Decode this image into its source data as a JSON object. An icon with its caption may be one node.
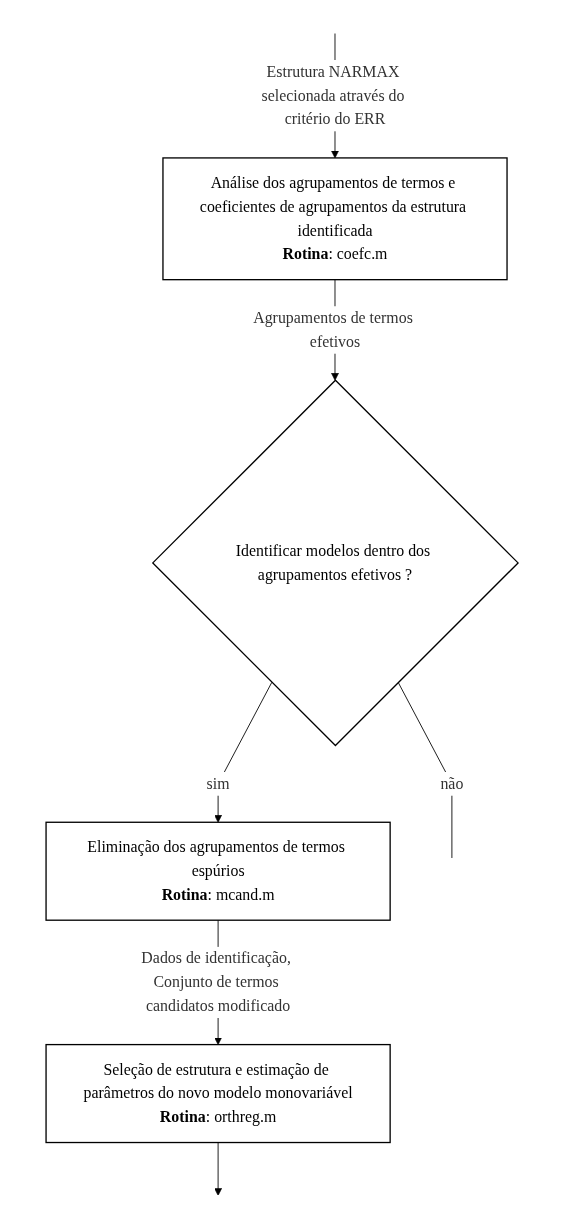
{
  "diagram": {
    "nodes": [
      {
        "text": [
          "Análise dos agrupamentos de termos e coeficientes de agrupamentos da estrutura identificada",
          "**Rotina**: coefc.m"
        ]
      },
      {
        "text": [
          "Identificar modelos dentro dos agrupamentos efetivos ?"
        ]
      },
      {
        "text": [
          "Eliminação dos agrupamentos de termos espúrios",
          "**Rotina**: mcand.m"
        ]
      },
      {
        "text": [
          "Seleção de estrutura e estimação de parâmetros do novo modelo monovariável",
          "**Rotina**: orthreg.m"
        ]
      }
    ],
    "edges": [
      {
        "from": null,
        "to": 0,
        "arrow": "to",
        "label": "Estrutura NARMAX selecionada através do critério do ERR"
      },
      {
        "from": 0,
        "to": 1,
        "arrow": "to",
        "label": "Agrupamentos de termos efetivos"
      },
      {
        "from": 1,
        "to": null,
        "arrow": "none",
        "label": "não"
      },
      {
        "from": 1,
        "to": 2,
        "arrow": "to",
        "label": "sim"
      },
      {
        "from": 2,
        "to": 3,
        "arrow": "to",
        "label": "Dados de identificação, Conjunto de termos candidatos modificado"
      },
      {
        "from": 3,
        "to": null,
        "arrow": "to"
      }
    ]
  }
}
